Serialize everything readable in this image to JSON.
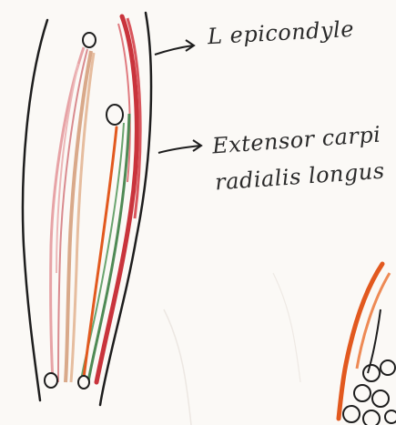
{
  "labels": {
    "top": "L epicondyle",
    "middle_line1": "Extensor carpi",
    "middle_line2": "radialis longus"
  },
  "colors": {
    "paper": "#fbf9f6",
    "ink": "#1e1e1e",
    "red": "#c9343c",
    "pink": "#e7a3a6",
    "tan": "#d9a98a",
    "green": "#4f8a55",
    "orange": "#e2591f"
  }
}
